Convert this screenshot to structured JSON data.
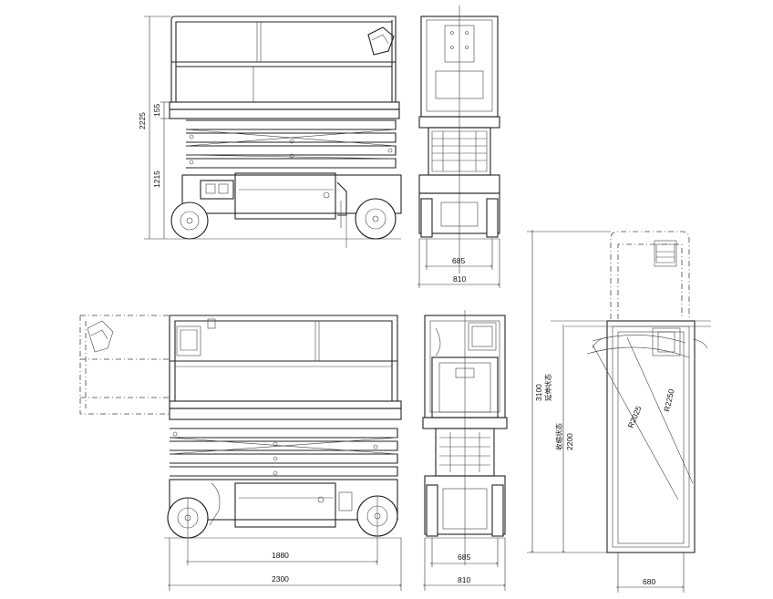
{
  "dimensions": {
    "overall_height": "2225",
    "guardrail_height": "155",
    "platform_height": "1215",
    "side_track_685": "685",
    "side_width_810": "810",
    "wheelbase": "1880",
    "overall_length": "2300",
    "front_track_685": "685",
    "front_width_810": "810",
    "top_width": "680",
    "top_length": "3100",
    "top_length_note": "延伸状态",
    "platform_length": "2200",
    "platform_length_note": "收缩状态",
    "radius_outer": "R2250",
    "radius_inner": "R2025"
  }
}
